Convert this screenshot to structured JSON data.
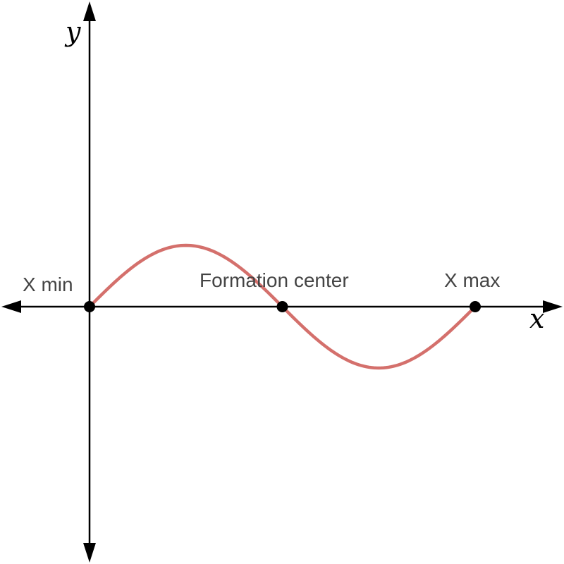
{
  "diagram": {
    "axes": {
      "x_label": "x",
      "y_label": "y"
    },
    "curve": {
      "shape": "one full sine period starting at the origin, crest first",
      "color": "#d4706c"
    },
    "points": [
      {
        "id": "x-min",
        "label": "X min"
      },
      {
        "id": "formation-center",
        "label": "Formation center"
      },
      {
        "id": "x-max",
        "label": "X max"
      }
    ],
    "colors": {
      "axes": "#000000",
      "points": "#000000",
      "labels": "#444444"
    }
  }
}
